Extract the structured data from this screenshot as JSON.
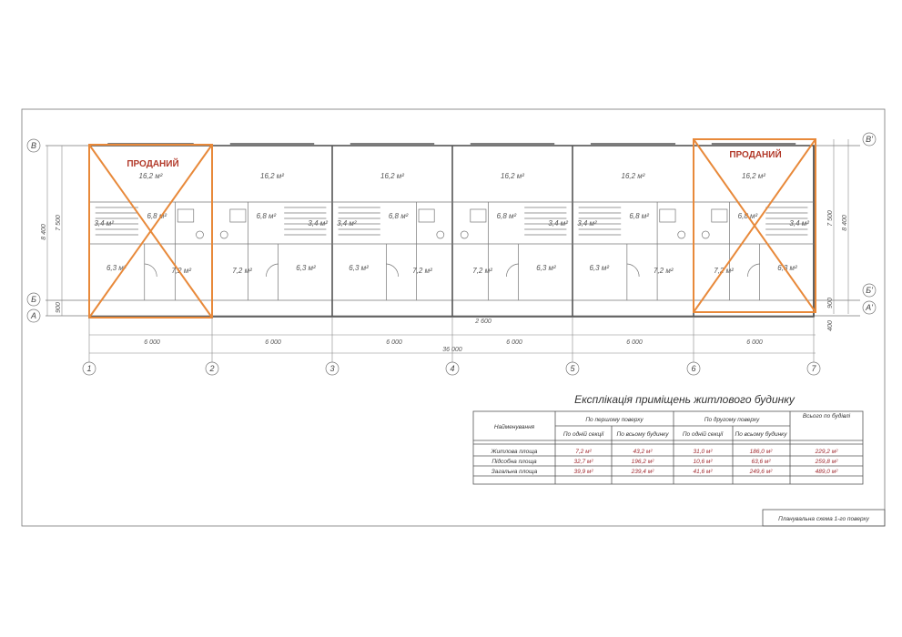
{
  "grid": {
    "columns": [
      "1",
      "2",
      "3",
      "4",
      "5",
      "6",
      "7"
    ],
    "rows_left": [
      "В",
      "Б",
      "А"
    ],
    "rows_right": [
      "В'",
      "Б'",
      "А'"
    ]
  },
  "dimensions": {
    "spans": [
      "6 000",
      "6 000",
      "6 000",
      "6 000",
      "6 000",
      "6 000"
    ],
    "total": "36 000",
    "gap": "2 600",
    "left_vertical": [
      "8 400",
      "7 500",
      "900"
    ],
    "right_vertical": [
      "7 500",
      "8 400",
      "900",
      "400"
    ]
  },
  "sold_label": "ПРОДАНИЙ",
  "rooms": {
    "living": "16,2 м²",
    "hall": "6,8 м²",
    "bath": "3,4 м²",
    "small": "6,3 м²",
    "bed": "7,2 м²"
  },
  "explication": {
    "title": "Експлікація приміщень житлового будинку",
    "head_name": "Найменування",
    "head_floor1": "По першому поверху",
    "head_floor2": "По другому поверху",
    "head_total": "Всього по будівлі",
    "sub_section": "По одній секції",
    "sub_all": "По всьому будинку",
    "rows": [
      {
        "name": "Житлова площа",
        "v": [
          "7,2 м²",
          "43,2 м²",
          "31,0 м²",
          "186,0 м²",
          "229,2 м²"
        ]
      },
      {
        "name": "Підсобна площа",
        "v": [
          "32,7 м²",
          "196,2 м²",
          "10,6 м²",
          "63,6 м²",
          "259,8 м²"
        ]
      },
      {
        "name": "Загальна площа",
        "v": [
          "39,9 м²",
          "239,4 м²",
          "41,6 м²",
          "249,6 м²",
          "489,0 м²"
        ]
      }
    ]
  },
  "stamp": "Планувальна схема 1-го поверху"
}
